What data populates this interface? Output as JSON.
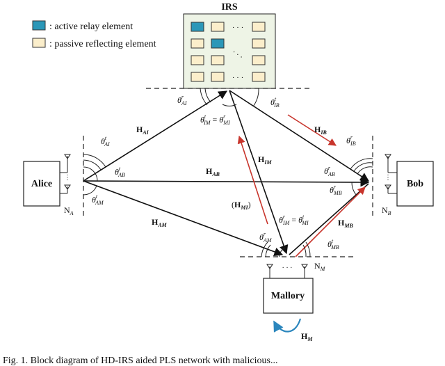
{
  "legend": {
    "active": ": active relay element",
    "passive": ": passive reflecting element"
  },
  "nodes": {
    "irs": "IRS",
    "alice": "Alice",
    "bob": "Bob",
    "mallory": "Mallory"
  },
  "antenna_labels": {
    "alice": {
      "base": "N",
      "sub": "A"
    },
    "bob": {
      "base": "N",
      "sub": "B"
    },
    "mallory": {
      "base": "N",
      "sub": "M"
    }
  },
  "channels": {
    "h_ai": {
      "base": "H",
      "sub": "AI"
    },
    "h_ab": {
      "base": "H",
      "sub": "AB"
    },
    "h_am": {
      "base": "H",
      "sub": "AM"
    },
    "h_im": {
      "base": "H",
      "sub": "IM"
    },
    "h_mi": {
      "open": "(",
      "base": "H",
      "sub": "MI",
      "close": ")"
    },
    "h_ib": {
      "base": "H",
      "sub": "IB"
    },
    "h_mb": {
      "base": "H",
      "sub": "MB"
    },
    "h_m": {
      "base": "H",
      "sub": "M"
    }
  },
  "angles": {
    "t_ai": {
      "sym": "θ",
      "sup": "t",
      "sub": "AI"
    },
    "t_ab": {
      "sym": "θ",
      "sup": "t",
      "sub": "AB"
    },
    "t_am": {
      "sym": "θ",
      "sup": "t",
      "sub": "AM"
    },
    "r_ai": {
      "sym": "θ",
      "sup": "r",
      "sub": "AI"
    },
    "r_ib": {
      "sym": "θ",
      "sup": "t",
      "sub": "IB"
    },
    "eq_irs": {
      "sym": "θ",
      "sup": "t",
      "sub": "IM",
      "eq": " = ",
      "sym2": "θ",
      "sup2": "r",
      "sub2": "MI"
    },
    "r_ib_bob": {
      "sym": "θ",
      "sup": "r",
      "sub": "IB"
    },
    "r_ab_bob": {
      "sym": "θ",
      "sup": "r",
      "sub": "AB"
    },
    "r_mb_bob": {
      "sym": "θ",
      "sup": "r",
      "sub": "MB"
    },
    "eq_mal": {
      "sym": "θ",
      "sup": "r",
      "sub": "IM",
      "eq": " = ",
      "sym2": "θ",
      "sup2": "t",
      "sub2": "MI"
    },
    "r_am": {
      "sym": "θ",
      "sup": "r",
      "sub": "AM"
    },
    "t_mb": {
      "sym": "θ",
      "sup": "t",
      "sub": "MB"
    }
  },
  "dots": "· · ·",
  "caption": "Fig. 1.  Block diagram of HD-IRS aided PLS network with malicious...",
  "colors": {
    "active": "#2b97b8",
    "passive": "#fbeecb",
    "irs_panel": "#eef4e6",
    "red_arrow": "#c8352c",
    "teal_arrow": "#2b86bd",
    "black": "#111111"
  }
}
